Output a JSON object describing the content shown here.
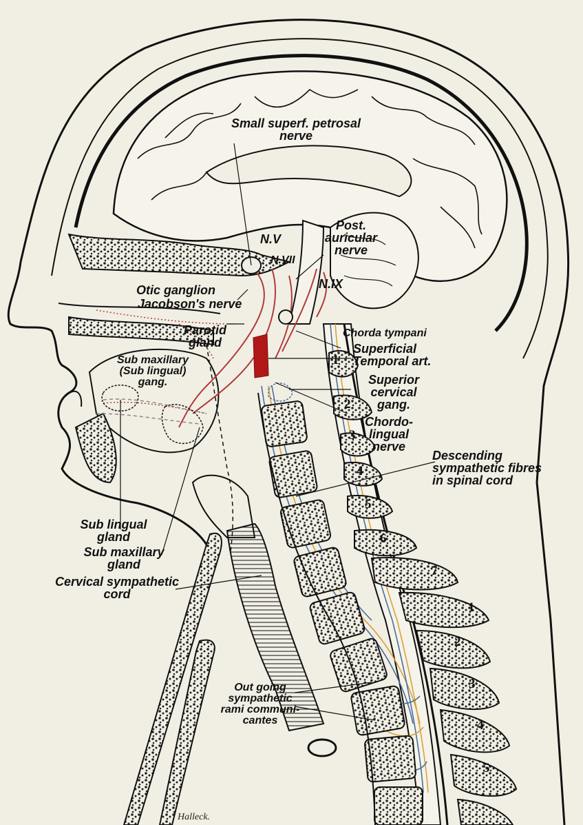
{
  "colors": {
    "paper": "#f1efe4",
    "ink": "#111111",
    "nerve_red": "#b03a3a",
    "artery_red": "#b01818",
    "sympathetic_blue": "#4b6e9b",
    "sympathetic_yellow": "#d8a23a"
  },
  "labels": {
    "small_superf_petrosal_1": "Small superf. petrosal",
    "small_superf_petrosal_2": "nerve",
    "post_auricular_1": "Post.",
    "post_auricular_2": "auricular",
    "post_auricular_3": "nerve",
    "n_v": "N.V",
    "n_vii": "N.VII",
    "n_ix": "N.IX",
    "otic_ganglion": "Otic ganglion",
    "jacobsons_nerve": "Jacobson's nerve",
    "parotid_1": "Parotid",
    "parotid_2": "gland",
    "chorda_tympani": "Chorda tympani",
    "superficial_temporal_1": "Superficial",
    "superficial_temporal_2": "Temporal art.",
    "sub_maxillary_gang_1": "Sub maxillary",
    "sub_maxillary_gang_2": "(Sub lingual)",
    "sub_maxillary_gang_3": "gang.",
    "superior_cervical_1": "Superior",
    "superior_cervical_2": "cervical",
    "superior_cervical_3": "gang.",
    "chordo_lingual_1": "Chordo-",
    "chordo_lingual_2": "lingual",
    "chordo_lingual_3": "nerve",
    "descending_1": "Descending",
    "descending_2": "sympathetic fibres",
    "descending_3": "in spinal cord",
    "sub_lingual_gland_1": "Sub lingual",
    "sub_lingual_gland_2": "gland",
    "sub_maxillary_gland_1": "Sub maxillary",
    "sub_maxillary_gland_2": "gland",
    "cervical_sympathetic_1": "Cervical sympathetic",
    "cervical_sympathetic_2": "cord",
    "out_going_1": "Out going",
    "out_going_2": "sympathetic",
    "out_going_3": "rami communi-",
    "out_going_4": "cantes",
    "signature": "Halleck."
  },
  "vertebra_numbers": {
    "cervical": [
      "1",
      "2",
      "3",
      "4",
      "5",
      "6",
      "7"
    ],
    "thoracic": [
      "1",
      "2",
      "3",
      "4",
      "5"
    ]
  }
}
